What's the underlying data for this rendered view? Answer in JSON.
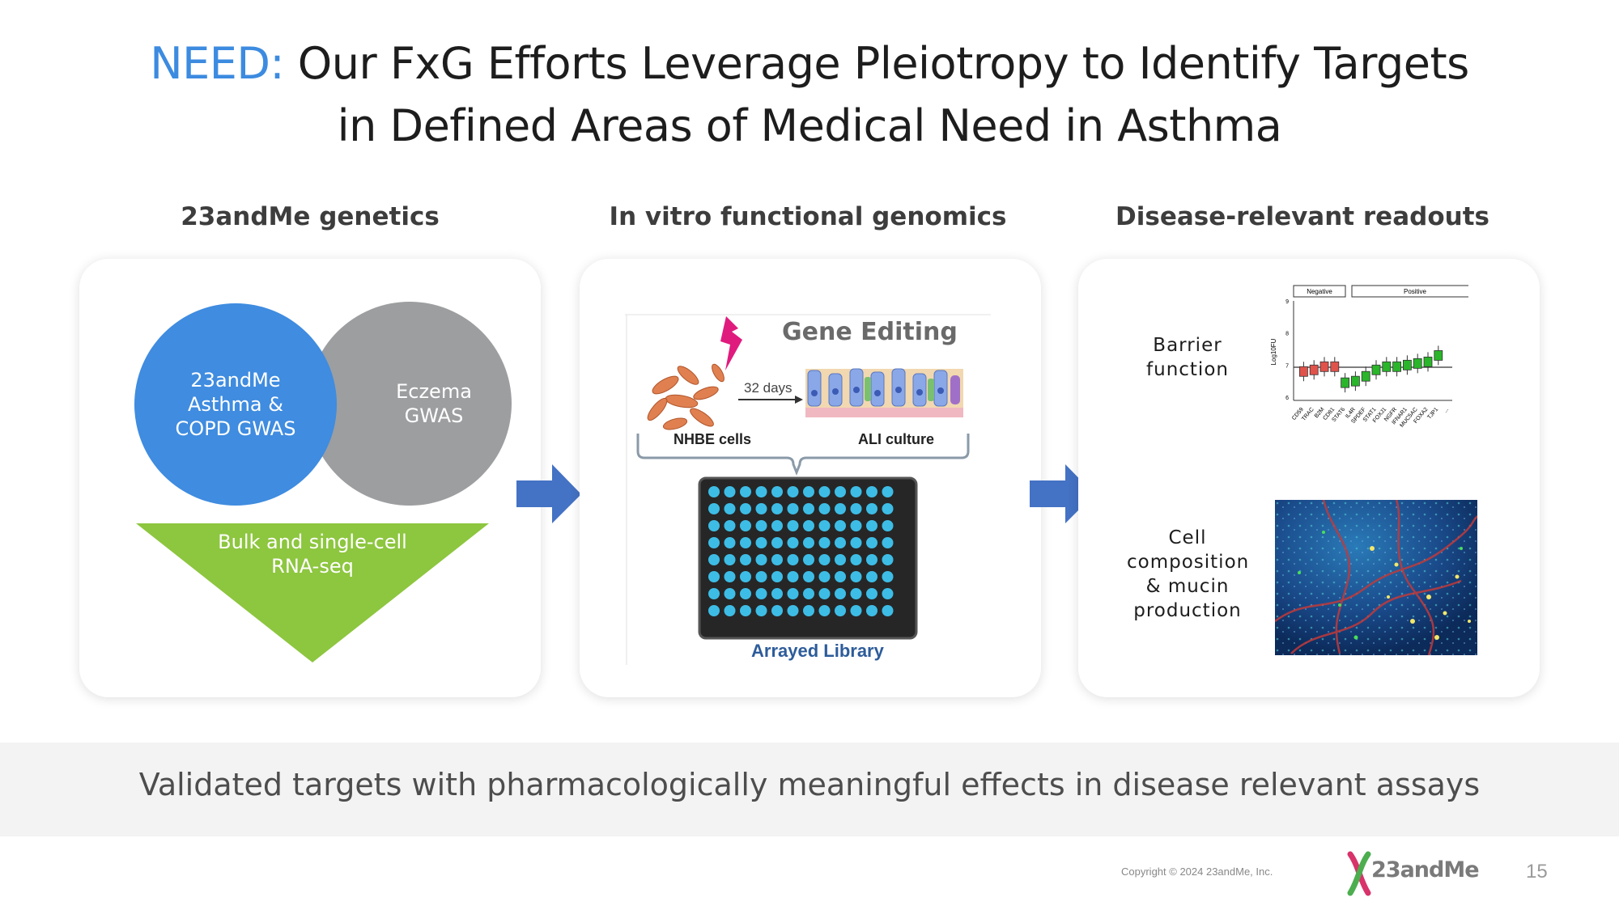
{
  "title": {
    "need": "NEED:",
    "line1": "Our FxG Efforts Leverage Pleiotropy to Identify Targets",
    "line2": "in Defined Areas of Medical Need in Asthma"
  },
  "columns": [
    {
      "heading": "23andMe genetics"
    },
    {
      "heading": "In vitro functional genomics"
    },
    {
      "heading": "Disease-relevant readouts"
    }
  ],
  "genetics": {
    "circle_blue": "23andMe Asthma & COPD GWAS",
    "circle_blue_lines": [
      "23andMe",
      "Asthma &",
      "COPD GWAS"
    ],
    "circle_gray_lines": [
      "Eczema",
      "GWAS"
    ],
    "triangle_lines": [
      "Bulk and single-cell",
      "RNA-seq"
    ]
  },
  "genomics": {
    "gene_editing": "Gene Editing",
    "days": "32 days",
    "nhbe": "NHBE cells",
    "ali": "ALI culture",
    "library": "Arrayed Library"
  },
  "readouts": {
    "barrier_label": "Barrier function",
    "cell_lines": [
      "Cell",
      "composition",
      "& mucin",
      "production"
    ]
  },
  "chart_data": {
    "type": "box",
    "title": "",
    "groups": [
      "Negative",
      "Positive"
    ],
    "ylabel": "Log10FU",
    "yticks": [
      "6",
      "7",
      "8",
      "9"
    ],
    "ylim": [
      6,
      9
    ],
    "categories": [
      "CD59",
      "TRAC",
      "B2M",
      "CD81",
      "STAT6",
      "IL4R",
      "SPDEF",
      "STAT1",
      "FOXJ1",
      "NGFR",
      "IFNAR1",
      "MUC5AC",
      "FOXA2",
      "TJP1",
      "..."
    ],
    "values": [
      6.8,
      6.85,
      6.95,
      6.95,
      6.45,
      6.5,
      6.65,
      6.85,
      6.95,
      6.95,
      7.0,
      7.05,
      7.1,
      7.3
    ],
    "colors": {
      "negative": "#e0534b",
      "positive": "#2ab52a"
    }
  },
  "band": {
    "text": "Validated targets with pharmacologically meaningful effects in disease relevant assays"
  },
  "footer": {
    "copyright": "Copyright © 2024 23andMe, Inc.",
    "logo": "23andMe",
    "page": "15"
  },
  "colors": {
    "accent": "#3c8be0",
    "gray_circle": "#9d9ea0",
    "green": "#8dc63f",
    "arrow": "#4472c4",
    "well": "#3dbde6"
  }
}
